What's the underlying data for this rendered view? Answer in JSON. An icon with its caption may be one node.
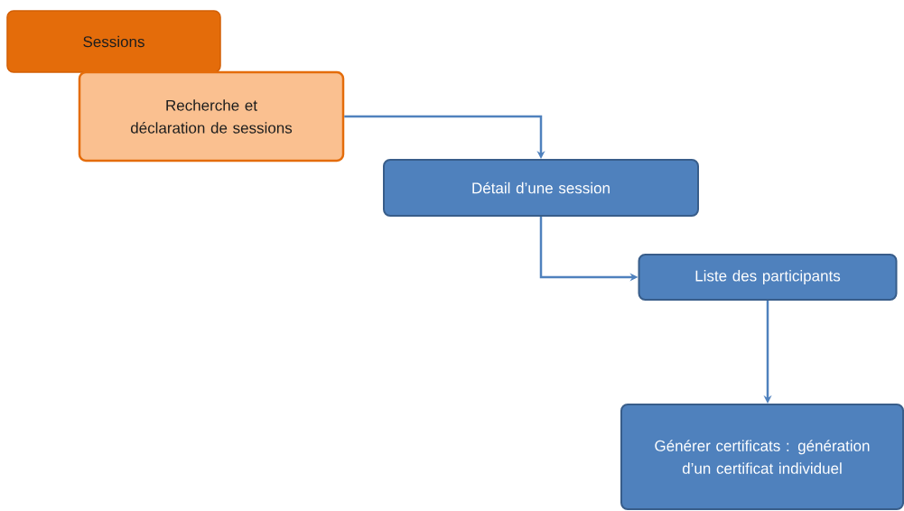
{
  "diagram": {
    "nodes": [
      {
        "text": [
          "Sessions"
        ]
      },
      {
        "text": [
          "Recherche et déclaration de sessions"
        ]
      },
      {
        "text": [
          "Détail d’une session"
        ]
      },
      {
        "text": [
          "Liste des participants"
        ]
      },
      {
        "text": [
          "Générer certificats : génération d’un certificat individuel"
        ]
      }
    ],
    "edges": [
      {
        "from": 1,
        "to": 2,
        "arrow": "to"
      },
      {
        "from": 2,
        "to": 3,
        "arrow": "to"
      },
      {
        "from": 3,
        "to": 4,
        "arrow": "to"
      }
    ]
  }
}
